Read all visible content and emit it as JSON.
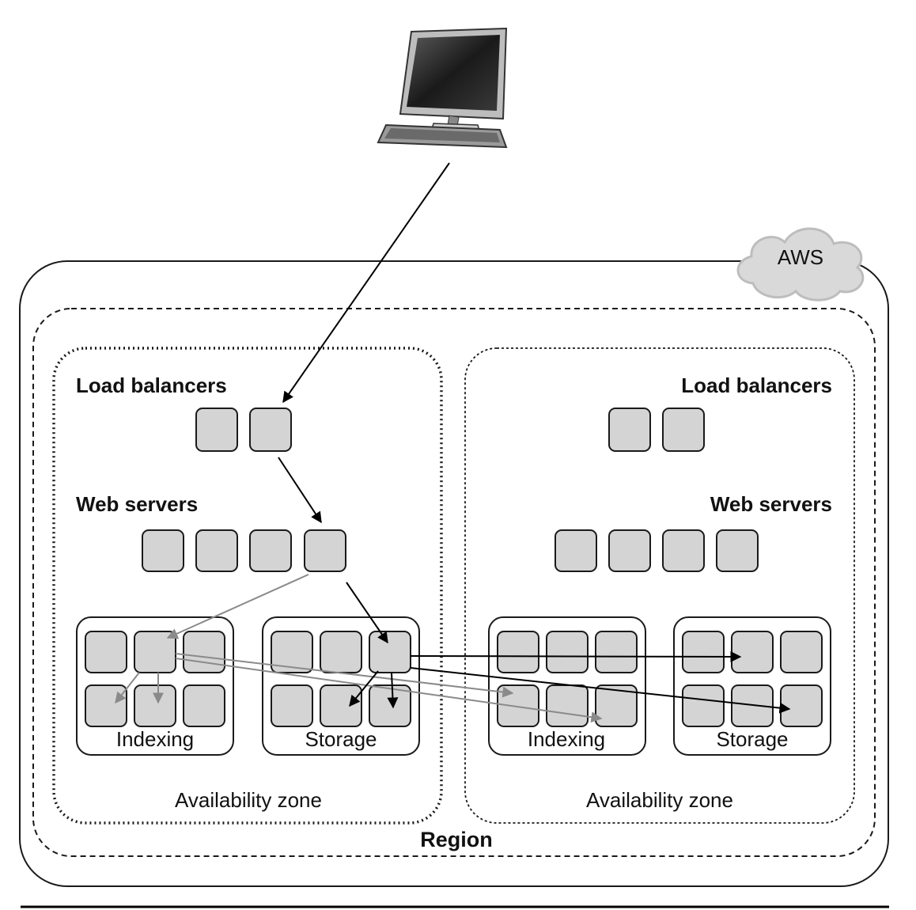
{
  "cloud_label": "AWS",
  "region_label": "Region",
  "zones": [
    {
      "label": "Availability zone",
      "load_balancers_label": "Load balancers",
      "web_servers_label": "Web servers",
      "indexing_label": "Indexing",
      "storage_label": "Storage"
    },
    {
      "label": "Availability zone",
      "load_balancers_label": "Load balancers",
      "web_servers_label": "Web servers",
      "indexing_label": "Indexing",
      "storage_label": "Storage"
    }
  ],
  "colors": {
    "node_fill": "#d4d4d4",
    "black_arrow": "#000000",
    "gray_arrow": "#8a8a8a"
  },
  "icons": [
    "computer-icon",
    "cloud-icon"
  ]
}
